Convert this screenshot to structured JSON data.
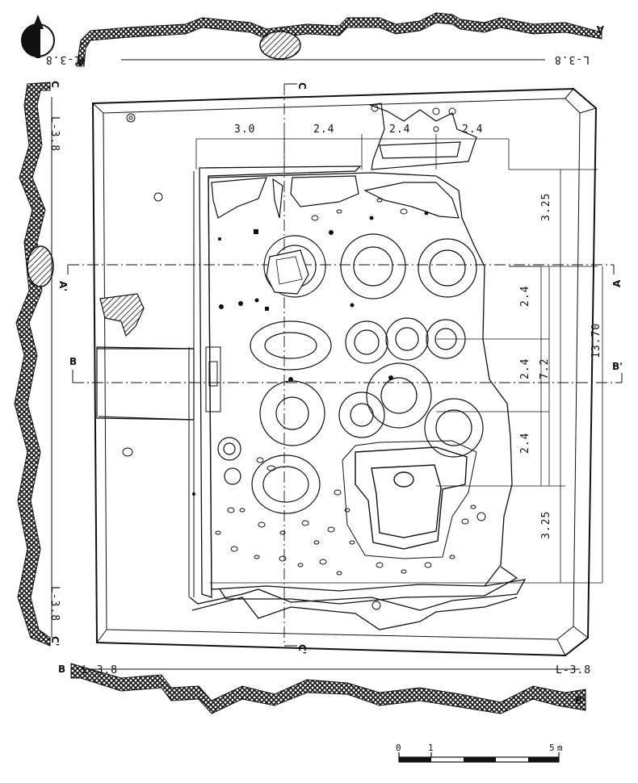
{
  "section_labels": {
    "a_left": "A",
    "a_right": "A'",
    "b_left": "B",
    "b_right": "B'",
    "c_top": "C",
    "c_bottom": "C'"
  },
  "level_labels": {
    "top_left": "L-3.8",
    "top_right": "L-3.8",
    "left_top": "L-3.8",
    "left_bottom": "L-3.8",
    "bottom_left": "L-3.8",
    "bottom_right": "L-3.8"
  },
  "dimensions": {
    "top": [
      "3.0",
      "2.4",
      "2.4",
      "2.4"
    ],
    "right_inner": [
      "3.25",
      "2.4",
      "2.4",
      "2.4",
      "3.25"
    ],
    "right_mid": "7.2",
    "right_total": "13.70"
  },
  "scale_bar": {
    "ticks": [
      "0",
      "1",
      "5"
    ],
    "unit": "m"
  },
  "colors": {
    "ink": "#111111",
    "paper": "#ffffff"
  },
  "north_arrow": "north-arrow-icon"
}
